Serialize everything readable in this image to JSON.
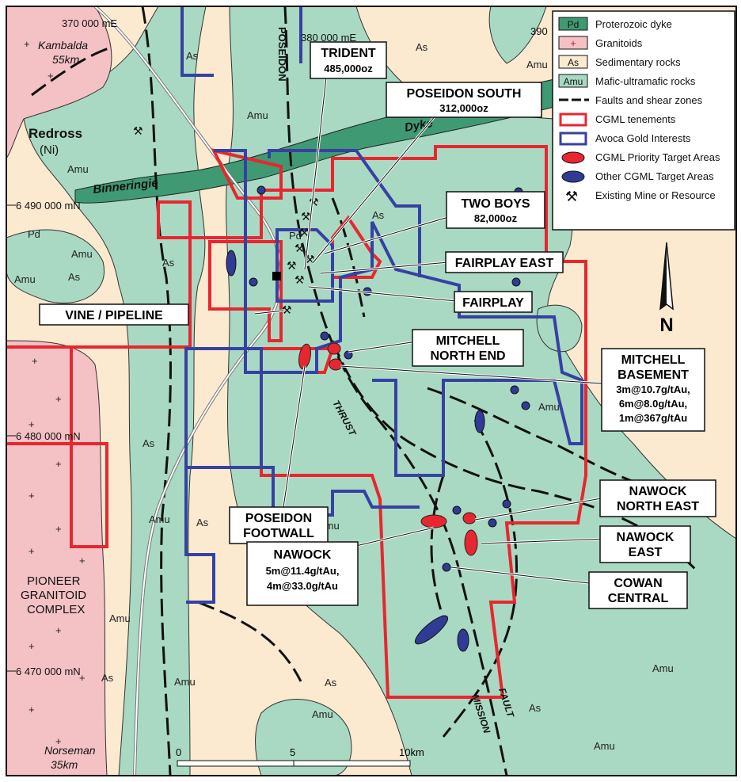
{
  "grid": {
    "e370": "370 000 mE",
    "e380": "380 000 mE",
    "e390": "390",
    "n6490": "6 490 000 mN",
    "n6480": "6 480 000 mN",
    "n6470": "6 470 000 mN"
  },
  "legend": {
    "dyke_symbol": "Pd",
    "dyke": "Proterozoic dyke",
    "granitoid_symbol": "+",
    "granitoid": "Granitoids",
    "sediment_symbol": "As",
    "sediment": "Sedimentary rocks",
    "mafic_symbol": "Amu",
    "mafic": "Mafic-ultramafic rocks",
    "faults": "Faults and shear zones",
    "cgml": "CGML tenements",
    "avoca": "Avoca Gold Interests",
    "priority": "CGML Priority Target Areas",
    "other": "Other CGML Target Areas",
    "mine": "Existing Mine or Resource"
  },
  "places": {
    "kambalda": "Kambalda",
    "kambalda_dist": "55km",
    "redross": "Redross",
    "redross_ni": "(Ni)",
    "norseman": "Norseman",
    "norseman_dist": "35km",
    "pioneer1": "PIONEER",
    "pioneer2": "GRANITOID",
    "pioneer3": "COMPLEX",
    "poseidon": "POSEIDON",
    "dyke": "Dyke",
    "binneringie": "Binneringie",
    "thrust": "THRUST",
    "mission": "MISSION",
    "fault": "FAULT"
  },
  "callouts": {
    "trident": "TRIDENT",
    "trident_oz": "485,000oz",
    "poseidon_south": "POSEIDON SOUTH",
    "poseidon_south_oz": "312,000oz",
    "two_boys": "TWO BOYS",
    "two_boys_oz": "82,000oz",
    "fairplay_east": "FAIRPLAY EAST",
    "fairplay": "FAIRPLAY",
    "vine_pipeline": "VINE / PIPELINE",
    "mitchell_north_1": "MITCHELL",
    "mitchell_north_2": "NORTH END",
    "mitchell_base_1": "MITCHELL",
    "mitchell_base_2": "BASEMENT",
    "mitchell_base_3": "3m@10.7g/tAu,",
    "mitchell_base_4": "6m@8.0g/tAu,",
    "mitchell_base_5": "1m@367g/tAu",
    "nawock_ne_1": "NAWOCK",
    "nawock_ne_2": "NORTH EAST",
    "nawock_e_1": "NAWOCK",
    "nawock_e_2": "EAST",
    "cowan_1": "COWAN",
    "cowan_2": "CENTRAL",
    "poseidon_fw_1": "POSEIDON",
    "poseidon_fw_2": "FOOTWALL",
    "nawock_1": "NAWOCK",
    "nawock_2": "5m@11.4g/tAu,",
    "nawock_3": "4m@33.0g/tAu"
  },
  "north": "N",
  "scale": {
    "s0": "0",
    "s5": "5",
    "s10": "10km"
  },
  "unit_labels": {
    "as": "As",
    "amu": "Amu",
    "pd": "Pd",
    "plus": "+"
  },
  "colors": {
    "sediment": "#fbe9d0",
    "mafic": "#a9d9c3",
    "granitoid": "#f4c1c5",
    "dyke": "#3f9a73",
    "cgml": "#e8262f",
    "avoca": "#3641a2",
    "target_blue": "#2f3b95"
  }
}
